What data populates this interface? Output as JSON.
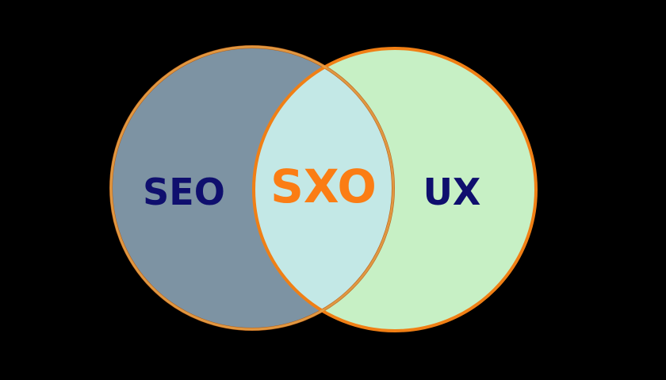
{
  "diagram": {
    "left_set": {
      "label": "SEO",
      "fill": "#7d93a3",
      "stroke": "#b35a12",
      "label_color": "#0f0f6e"
    },
    "right_set": {
      "label": "UX",
      "fill": "#c7f0c5",
      "stroke": "#f07f15",
      "label_color": "#0f0f6e"
    },
    "intersection": {
      "label": "SXO",
      "fill": "#c3e8e6",
      "stroke": "#e8a24a",
      "label_color": "#fb7d14"
    },
    "background": "#000000"
  }
}
